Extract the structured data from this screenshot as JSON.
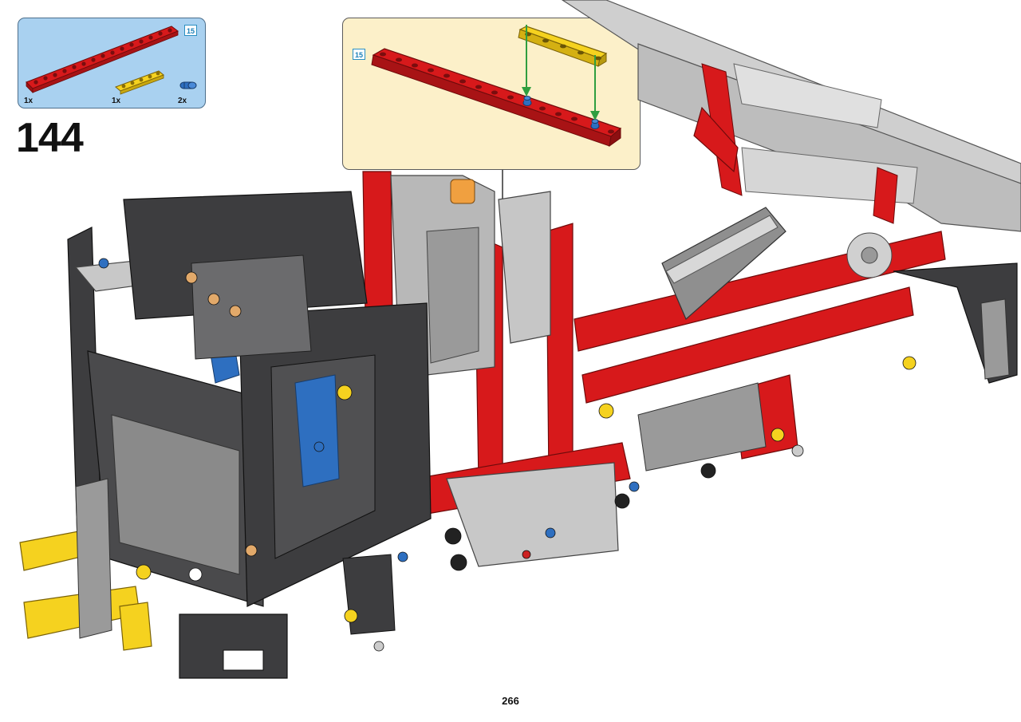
{
  "step": {
    "number": "144"
  },
  "parts_list": {
    "items": [
      {
        "name": "red-15-beam",
        "quantity": "1x",
        "length_label": "15"
      },
      {
        "name": "yellow-5-beam",
        "quantity": "1x"
      },
      {
        "name": "blue-pin",
        "quantity": "2x"
      }
    ]
  },
  "callout": {
    "length_label": "15"
  },
  "footer": {
    "page_number": "266"
  },
  "colors": {
    "parts_bg": "#a9d1f0",
    "callout_bg": "#fcf0c9",
    "red_beam": "#d7191b",
    "yellow_beam": "#f5d21f",
    "blue_pin": "#2e6fc0",
    "dark_gray": "#3d3d3f",
    "light_gray": "#c8c8c8",
    "arrow_green": "#2f9e3f"
  }
}
